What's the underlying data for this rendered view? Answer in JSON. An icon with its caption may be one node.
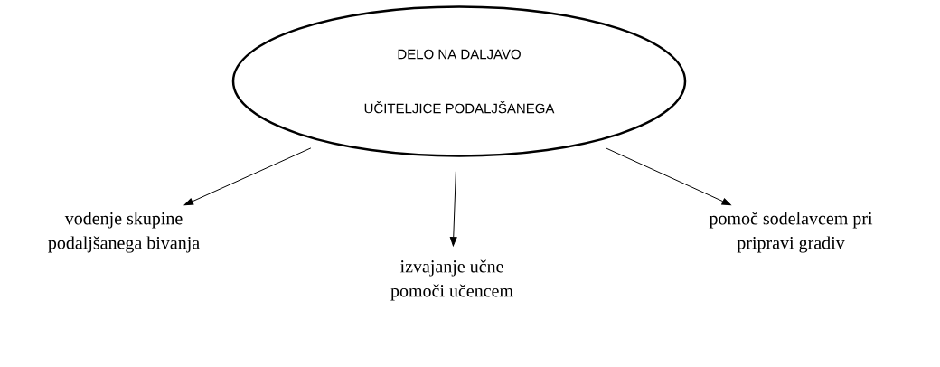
{
  "diagram": {
    "nodes": [
      {
        "text": [
          "DELO NA DALJAVO UČITELJICE PODALJŠANEGA"
        ]
      },
      {
        "text": [
          "vodenje skupine podaljšanega bivanja"
        ]
      },
      {
        "text": [
          "izvajanje učne pomoči učencem"
        ]
      },
      {
        "text": [
          "pomoč sodelavcem pri pripravi gradiv"
        ]
      }
    ],
    "edges": [
      {
        "from": 0,
        "to": 1,
        "arrow": "to"
      },
      {
        "from": 0,
        "to": 2,
        "arrow": "to"
      },
      {
        "from": 0,
        "to": 3,
        "arrow": "to"
      }
    ]
  }
}
